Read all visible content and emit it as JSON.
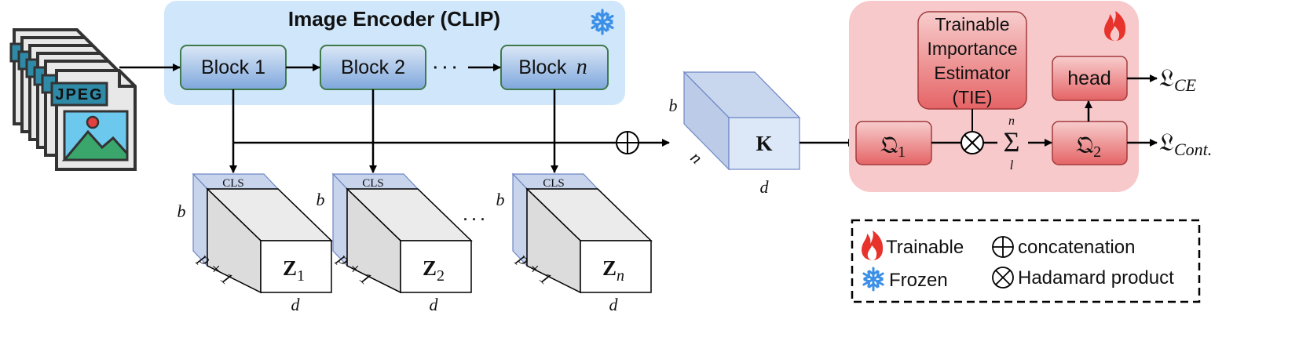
{
  "encoder": {
    "title": "Image Encoder (CLIP)",
    "blocks": [
      {
        "label": "Block 1"
      },
      {
        "label": "Block 2"
      },
      {
        "label": "Block",
        "var": "n"
      }
    ],
    "ellipsis": "· · ·",
    "frozen_icon": "snowflake-icon"
  },
  "input_icon": "jpeg-image-stack-icon",
  "concat_symbol": "⊕",
  "tensors": [
    {
      "label": "Z",
      "sub": "1",
      "cls": "CLS",
      "b": "b",
      "p": "p + 1",
      "d": "d"
    },
    {
      "label": "Z",
      "sub": "2",
      "cls": "CLS",
      "b": "b",
      "p": "p + 1",
      "d": "d"
    },
    {
      "label": "Z",
      "sub": "n",
      "cls": "CLS",
      "b": "b",
      "p": "p + 1",
      "d": "d"
    }
  ],
  "tensor_ellipsis": "· · ·",
  "k_tensor": {
    "label": "K",
    "b": "b",
    "n": "n",
    "d": "d"
  },
  "trainable_panel": {
    "icon": "flame-icon",
    "tie_lines": [
      "Trainable",
      "Importance",
      "Estimator",
      "(TIE)"
    ],
    "q1": {
      "label": "𝔔",
      "sub": "1"
    },
    "q2": {
      "label": "𝔔",
      "sub": "2"
    },
    "head": "head",
    "hadamard": "⊗",
    "sum": {
      "symbol": "Σ",
      "top": "n",
      "bottom": "l"
    }
  },
  "losses": [
    {
      "label": "𝔏",
      "sub": "CE"
    },
    {
      "label": "𝔏",
      "sub": "Cont."
    }
  ],
  "legend": {
    "trainable": "Trainable",
    "frozen": "Frozen",
    "concatenation": "concatenation",
    "hadamard": "Hadamard product",
    "oplus": "⊕",
    "otimes": "⊗"
  },
  "colors": {
    "encoder_bg": "#cfe6fb",
    "block_fill": "#a9c6ea",
    "trainable_bg": "#f7c9cb",
    "module_fill": "#ea7b7e",
    "tensor_side": "#c7d4ec",
    "flame": "#e8322c",
    "snow": "#3b8fe6"
  }
}
